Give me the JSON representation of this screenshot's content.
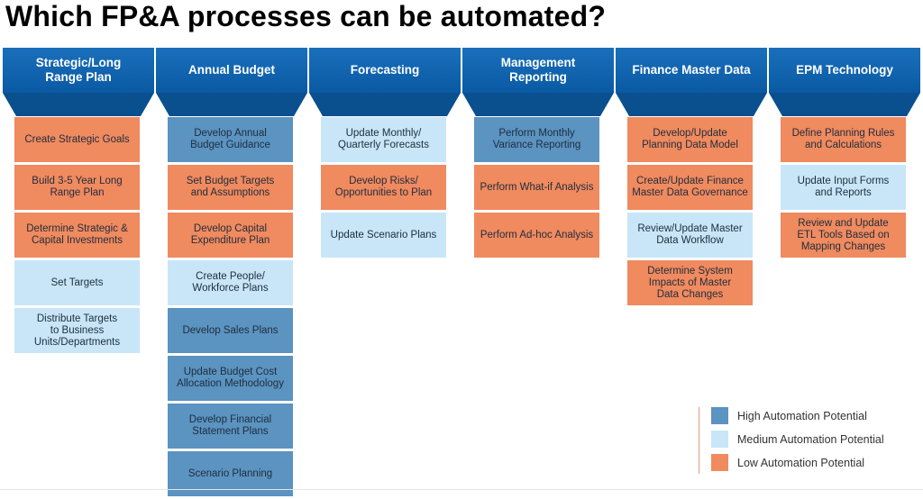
{
  "title": "Which FP&A processes can be automated?",
  "columns": [
    {
      "header": "Strategic/Long\nRange Plan",
      "items": [
        {
          "label": "Create Strategic Goals",
          "level": "low"
        },
        {
          "label": "Build 3-5 Year Long\nRange Plan",
          "level": "low"
        },
        {
          "label": "Determine Strategic &\nCapital Investments",
          "level": "low"
        },
        {
          "label": "Set Targets",
          "level": "medium"
        },
        {
          "label": "Distribute Targets\nto Business\nUnits/Departments",
          "level": "medium"
        }
      ]
    },
    {
      "header": "Annual Budget",
      "items": [
        {
          "label": "Develop Annual\nBudget Guidance",
          "level": "high"
        },
        {
          "label": "Set Budget Targets\nand Assumptions",
          "level": "low"
        },
        {
          "label": "Develop Capital\nExpenditure Plan",
          "level": "low"
        },
        {
          "label": "Create People/\nWorkforce Plans",
          "level": "medium"
        },
        {
          "label": "Develop Sales Plans",
          "level": "high"
        },
        {
          "label": "Update Budget Cost\nAllocation Methodology",
          "level": "high"
        },
        {
          "label": "Develop Financial\nStatement Plans",
          "level": "high"
        },
        {
          "label": "Scenario Planning",
          "level": "high"
        }
      ]
    },
    {
      "header": "Forecasting",
      "items": [
        {
          "label": "Update Monthly/\nQuarterly Forecasts",
          "level": "medium"
        },
        {
          "label": "Develop Risks/\nOpportunities to Plan",
          "level": "low"
        },
        {
          "label": "Update Scenario Plans",
          "level": "medium"
        }
      ]
    },
    {
      "header": "Management\nReporting",
      "items": [
        {
          "label": "Perform Monthly\nVariance Reporting",
          "level": "high"
        },
        {
          "label": "Perform What-if Analysis",
          "level": "low"
        },
        {
          "label": "Perform Ad-hoc Analysis",
          "level": "low"
        }
      ]
    },
    {
      "header": "Finance Master Data",
      "items": [
        {
          "label": "Develop/Update\nPlanning Data Model",
          "level": "low"
        },
        {
          "label": "Create/Update Finance\nMaster Data Governance",
          "level": "low"
        },
        {
          "label": "Review/Update Master\nData Workflow",
          "level": "medium"
        },
        {
          "label": "Determine System\nImpacts of Master\nData Changes",
          "level": "low"
        }
      ]
    },
    {
      "header": "EPM Technology",
      "items": [
        {
          "label": "Define Planning Rules\nand Calculations",
          "level": "low"
        },
        {
          "label": "Update Input Forms\nand Reports",
          "level": "medium"
        },
        {
          "label": "Review and Update\nETL Tools Based on\nMapping Changes",
          "level": "low"
        }
      ]
    }
  ],
  "legend": [
    {
      "label": "High Automation Potential",
      "level": "high",
      "color": "#5b93c1"
    },
    {
      "label": "Medium Automation Potential",
      "level": "medium",
      "color": "#c8e6f8"
    },
    {
      "label": "Low Automation Potential",
      "level": "low",
      "color": "#f08a5f"
    }
  ]
}
